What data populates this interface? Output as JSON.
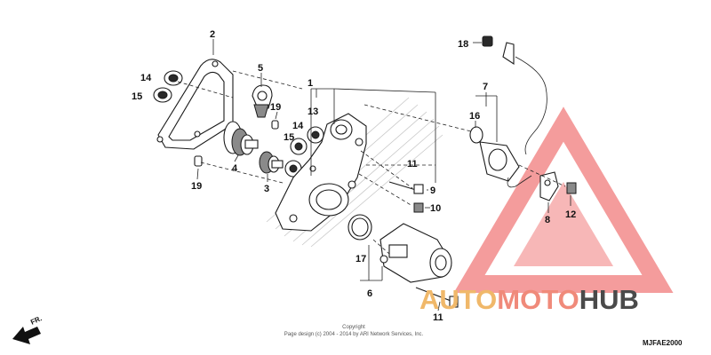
{
  "callouts": {
    "c1": "1",
    "c2": "2",
    "c3": "3",
    "c4": "4",
    "c5": "5",
    "c6": "6",
    "c7": "7",
    "c8": "8",
    "c9": "9",
    "c10": "10",
    "c11_top": "11",
    "c11_bottom": "11",
    "c12": "12",
    "c13": "13",
    "c14_left": "14",
    "c14_mid": "14",
    "c15_left": "15",
    "c15_mid": "15",
    "c16": "16",
    "c17": "17",
    "c18": "18",
    "c19_top": "19",
    "c19_bottom": "19"
  },
  "copyright": {
    "line1": "Copyright",
    "line2": "Page design (c) 2004 - 2014 by ARI Network Services, Inc."
  },
  "diagram_code": "MJFAE2000",
  "direction_label": "FR.",
  "watermark": {
    "part1": "AUTO",
    "part2": "MOTO",
    "part3": "HUB",
    "color_part1": "#f0b86a",
    "color_part2": "#f08a7a",
    "color_part3": "#4a4a4a",
    "triangle_color": "#f28b8b"
  }
}
